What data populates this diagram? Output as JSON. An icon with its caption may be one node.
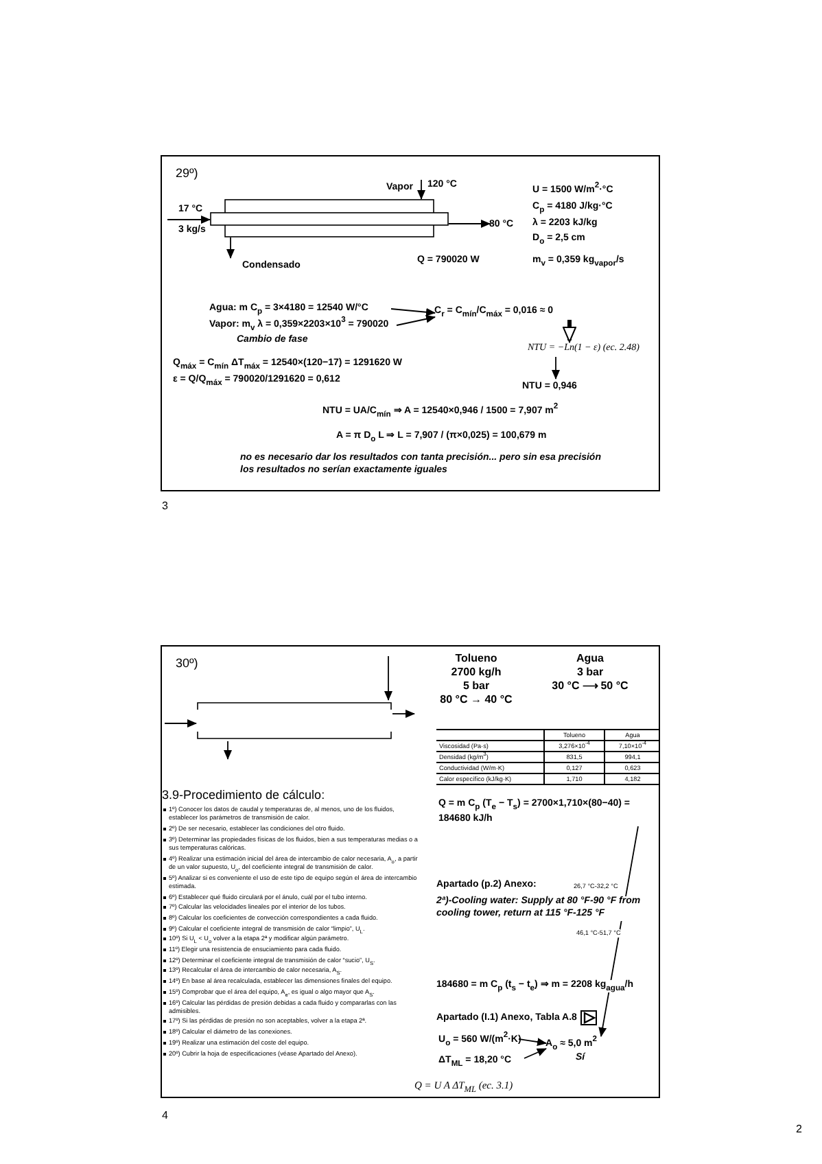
{
  "diagram": {
    "nodes": [
      {
        "text": [
          "29º)"
        ]
      },
      {
        "text": [],
        "shape": "box",
        "in": 0
      },
      {
        "text": [
          "Agua: m C$_{p}$ = 3×4180 = 12540 W/°C"
        ],
        "in": 0
      },
      {
        "text": [
          "Vapor: m$_{v}$ λ = 0,359×2203×10$^{3}$ = 790020"
        ],
        "beside": [
          "Cambio de fase"
        ],
        "in": 0
      },
      {
        "text": [
          "C$_{r}$ = C$_{mín}$/C$_{máx}$ = 0,016 ≈ 0"
        ],
        "in": 0
      },
      {
        "text": [
          "NTU = −Ln(1 − ε)   (ec. 2.48)"
        ],
        "in": 0
      },
      {
        "text": [
          "NTU = 0,946"
        ],
        "in": 0
      },
      {
        "text": [
          "30º)"
        ]
      },
      {
        "text": [],
        "shape": "box",
        "in": 7
      },
      {
        "text": [
          "Q = m C$_{p}$ (T$_{e}$ − T$_{s}$) = 2700×1,710×(80−40) = 184680 kJ/h"
        ],
        "in": 7
      },
      {
        "text": [
          "U$_{o}$ = 560 W/(m$^{2}$·K)"
        ],
        "in": 7
      },
      {
        "text": [
          "ΔT$_{ML}$ = 18,20 °C"
        ],
        "in": 7
      },
      {
        "text": [
          "A$_{o}$ ≈ 5,0 m$^{2}$"
        ],
        "beside": [
          "Sí"
        ],
        "in": 7
      },
      {
        "text": [
          "Vapor"
        ],
        "beside": [
          "120 °C"
        ],
        "in": 0
      },
      {
        "text": [
          "80 °C"
        ],
        "in": 0
      },
      {
        "text": [
          "Condensado"
        ],
        "in": 0
      }
    ],
    "edges": [
      {
        "from": null,
        "to": 1,
        "arrow": "to"
      },
      {
        "from": 13,
        "to": 1,
        "arrow": "to"
      },
      {
        "from": 1,
        "to": 14,
        "arrow": "to"
      },
      {
        "from": 1,
        "to": 15,
        "arrow": "to"
      },
      {
        "from": 2,
        "to": 4,
        "arrow": "to"
      },
      {
        "from": 3,
        "to": 4,
        "arrow": "to"
      },
      {
        "from": 4,
        "to": 5,
        "arrow": "to",
        "style": "thick"
      },
      {
        "from": 5,
        "to": 6,
        "arrow": "to"
      },
      {
        "from": null,
        "to": 8,
        "arrow": "to"
      },
      {
        "from": null,
        "to": 8,
        "arrow": "to"
      },
      {
        "from": 8,
        "to": null,
        "arrow": "to"
      },
      {
        "from": 8,
        "to": null,
        "arrow": "to"
      },
      {
        "from": 9,
        "to": 12,
        "arrow": "to"
      },
      {
        "from": 10,
        "to": 12,
        "arrow": "to"
      },
      {
        "from": 11,
        "to": 12,
        "arrow": "to"
      }
    ],
    "labels": [
      "17 °C",
      "3 kg/s",
      "U = 1500 W/m$^{2}$·°C",
      "C$_{p}$ = 4180 J/kg·°C",
      "λ = 2203 kJ/kg",
      "D$_{o}$ = 2,5 cm",
      "Q = 790020 W",
      "m$_{v}$ = 0,359 kg$_{vapor}$/s",
      "Q$_{máx}$ = C$_{mín}$ ΔT$_{máx}$ = 12540×(120−17) = 1291620 W",
      "ε = Q/Q$_{máx}$ = 790020/1291620 = 0,612",
      "NTU = UA/C$_{mín}$ ⇒ A = 12540×0,946 / 1500 = 7,907 m$^{2}$",
      "A = π D$_{o}$ L ⇒ L = 7,907 / (π×0,025) = 100,679 m",
      "no es necesario dar los resultados con tanta precisión... pero sin esa precisión los resultados no serían exactamente iguales",
      "3",
      "Tolueno",
      "2700 kg/h",
      "5 bar",
      "80 °C → 40 °C",
      "Agua",
      "3 bar",
      "30 °C ⟶ 50 °C",
      "Tolueno",
      "Agua",
      "Viscosidad (Pa·s)",
      "3,276×10$^{-4}$",
      "7,10×10$^{-4}$",
      "Densidad (kg/m$^{3}$)",
      "831,5",
      "994,1",
      "Conductividad (W/m·K)",
      "0,127",
      "0,623",
      "Calor específico (kJ/kg·K)",
      "1,710",
      "4,182",
      "3.9-Procedimiento de cálculo:",
      "1º) Conocer los datos de caudal y temperaturas de, al menos, uno de los fluidos, establecer los parámetros de transmisión de calor.",
      "2º) De ser necesario, establecer las condiciones del otro fluido.",
      "3º) Determinar las propiedades físicas de los fluidos, bien a sus temperaturas medias o a sus temperaturas calóricas.",
      "4º) Realizar una estimación inicial del área de intercambio de calor necesaria, A$_{o}$, a partir de un valor supuesto, U$_{o}$, del coeficiente integral de transmisión de calor.",
      "5º) Analizar si es conveniente el uso de este tipo de equipo según el área de intercambio estimada.",
      "6º) Establecer qué fluido circulará por el ánulo, cuál por el tubo interno.",
      "7º) Calcular las velocidades lineales por el interior de los tubos.",
      "8º) Calcular los coeficientes de convección correspondientes a cada fluido.",
      "9º) Calcular el coeficiente integral de transmisión de calor “limpio”, U$_{L}$.",
      "10º) Si U$_{L}$ < U$_{o}$ volver a la etapa 2ª y modificar algún parámetro.",
      "11º) Elegir una resistencia de ensuciamiento para cada fluido.",
      "12º) Determinar el coeficiente integral de transmisión de calor “sucio”, U$_{S}$.",
      "13º) Recalcular el área de intercambio de calor necesaria, A$_{S}$.",
      "14º) En base al área recalculada, establecer las dimensiones finales del equipo.",
      "15º) Comprobar que el área del equipo, A$_{e}$, es igual o algo mayor que A$_{S}$.",
      "16º) Calcular las pérdidas de presión debidas a cada fluido y compararlas con las admisibles.",
      "17º) Si las pérdidas de presión no son aceptables, volver a la etapa 2ª.",
      "18º) Calcular el diámetro de las conexiones.",
      "19º) Realizar una estimación del coste del equipo.",
      "20º) Cubrir la hoja de especificaciones (véase Apartado del Anexo).",
      "Apartado (p.2) Anexo:",
      "26,7 °C-32,2 °C",
      "2ª)-Cooling water: Supply at 80 °F-90 °F from cooling tower, return at 115 °F-125 °F",
      "46,1 °C-51,7 °C",
      "184680 = m C$_{p}$ (t$_{s}$ − t$_{e}$) ⇒ m = 2208 kg$_{agua}$/h",
      "Apartado (I.1) Anexo, Tabla A.8",
      "Q = U A ΔT$_{ML}$   (ec. 3.1)",
      "4",
      "2"
    ]
  }
}
